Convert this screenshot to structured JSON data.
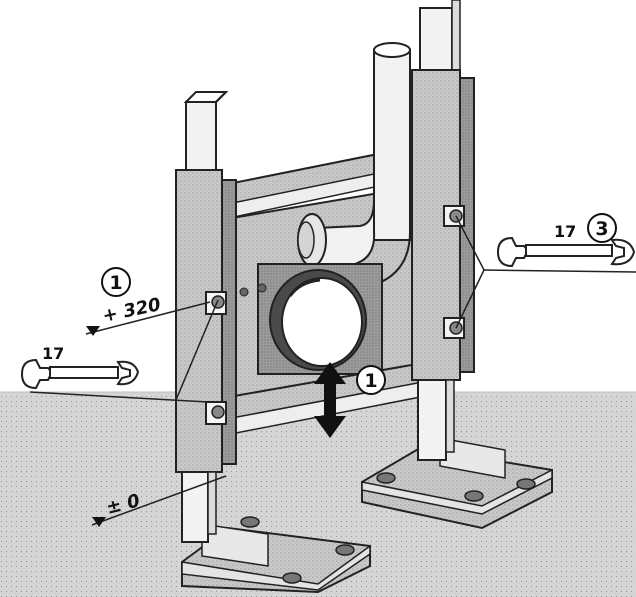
{
  "callouts": {
    "step_left": "1",
    "step_center": "1",
    "step_right": "3"
  },
  "wrench_sizes": {
    "left": "17",
    "right": "17"
  },
  "height_marks": {
    "upper": "+ 320",
    "lower": "± 0"
  }
}
